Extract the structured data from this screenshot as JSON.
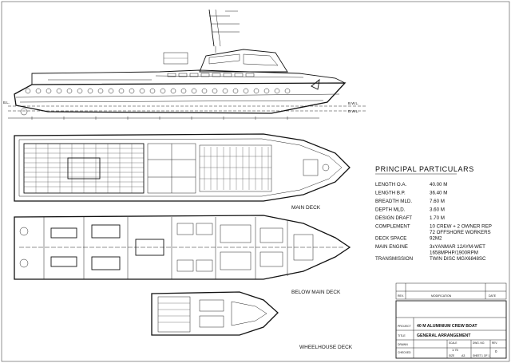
{
  "views": {
    "main_deck": "MAIN DECK",
    "below_main_deck": "BELOW MAIN DECK",
    "wheelhouse_deck": "WHEELHOUSE DECK"
  },
  "principal_particulars": {
    "heading": "PRINCIPAL PARTICULARS",
    "rows": [
      {
        "label": "LENGTH O.A.",
        "value": "40.00  M"
      },
      {
        "label": "LENGTH B.P.",
        "value": "36.40  M"
      },
      {
        "label": "BREADTH MLD.",
        "value": "7.60  M"
      },
      {
        "label": "DEPTH MLD.",
        "value": "3.60  M"
      },
      {
        "label": "DESIGN DRAFT",
        "value": "1.70  M"
      },
      {
        "label": "COMPLEMENT",
        "value": "10 CREW + 2 OWNER REP"
      },
      {
        "label": "",
        "value": "72 OFFSHORE WORKERS"
      },
      {
        "label": "DECK SPACE",
        "value": "92M2"
      },
      {
        "label": "MAIN ENGINE",
        "value": "3xYANMAR 12AYM-WET"
      },
      {
        "label": "",
        "value": "1658MPHP/1900RPM"
      },
      {
        "label": "TRANSMISSION",
        "value": "TWIN DISC MGX6848SC"
      }
    ]
  },
  "title_block": {
    "project_label": "PROJECT",
    "project": "40 M ALUMINIUM CREW BOAT",
    "title_label": "TITLE",
    "title": "GENERAL ARRANGEMENT",
    "drawn_label": "DRAWN",
    "checked_label": "CHECKED",
    "dwg_no_label": "DWG. NO.",
    "scale_label": "SCALE",
    "scale": "1:75",
    "size_label": "SIZE",
    "size": "A3",
    "rev_label": "REV.",
    "rev": "0",
    "sheet_label": "SHEET",
    "sheet": "1 OF 1",
    "revision_col_rev": "REV.",
    "revision_col_desc": "MODIFICATION",
    "revision_col_date": "DATE"
  },
  "elevation_marks": {
    "bl": "B.L.",
    "bwl": "B.W.L.",
    "dwl": "D.W.L."
  }
}
